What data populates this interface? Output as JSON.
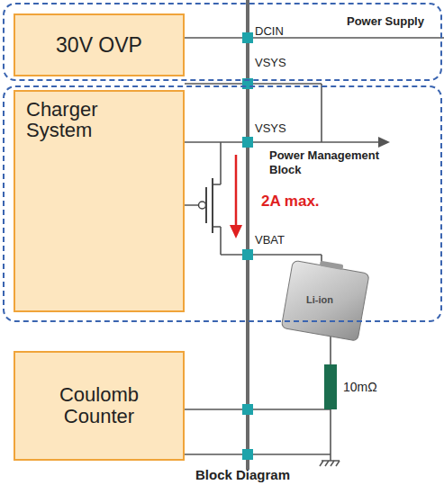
{
  "diagram": {
    "caption": "Block Diagram",
    "nodes": [
      {
        "text": [
          "Power Supply"
        ]
      },
      {
        "text": [
          "30V OVP"
        ],
        "in": 0
      },
      {
        "text": [
          "Power Management Block"
        ]
      },
      {
        "text": [
          "Charger System"
        ],
        "in": 2
      },
      {
        "text": [
          "Coulomb Counter"
        ]
      }
    ],
    "labels": [
      "DCIN",
      "VSYS",
      "VSYS",
      "VBAT",
      "2A max.",
      "Li-ion",
      "10mΩ"
    ]
  }
}
